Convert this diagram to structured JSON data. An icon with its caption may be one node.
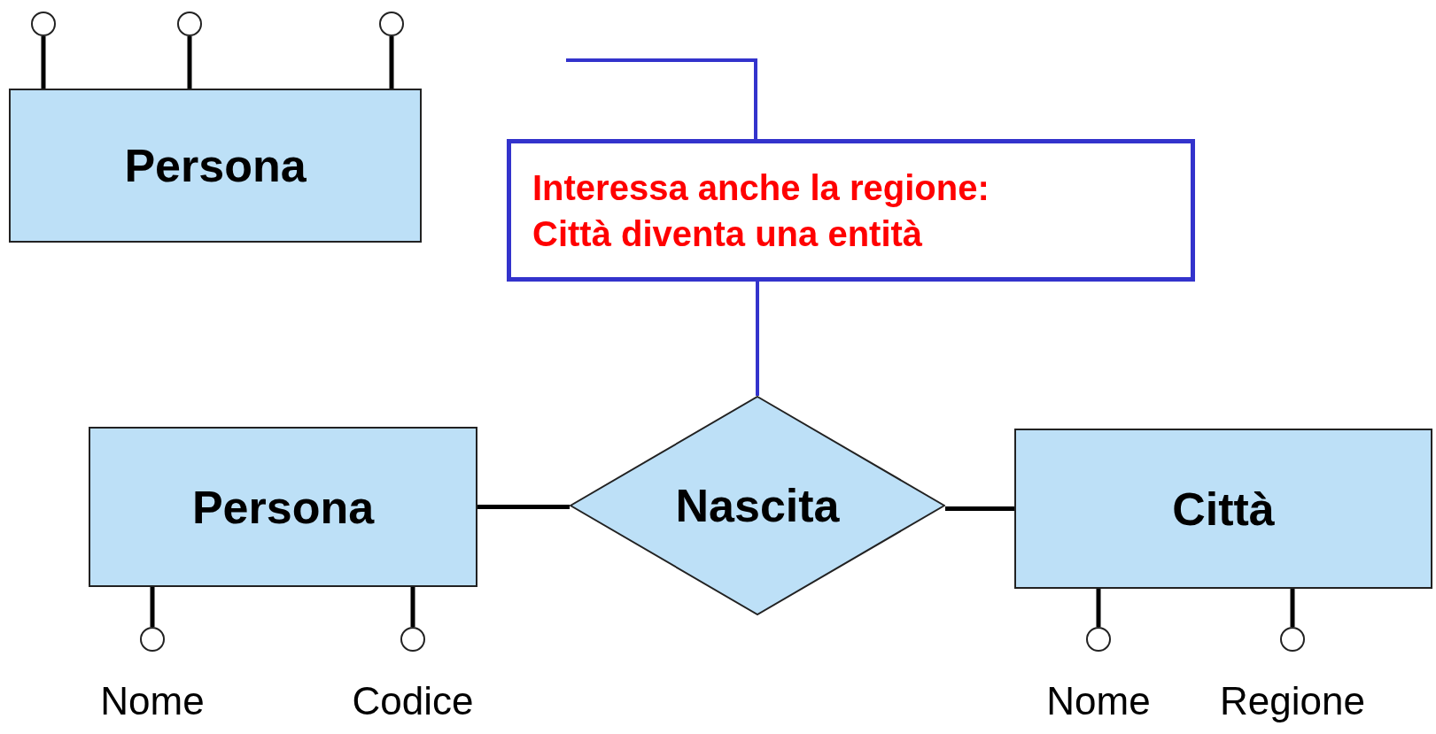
{
  "diagram": {
    "nodes": [
      {
        "text": [
          "Persona"
        ]
      },
      {
        "text": [],
        "shape": "circle"
      },
      {
        "text": [],
        "shape": "circle"
      },
      {
        "text": [],
        "shape": "circle"
      },
      {
        "text": [
          "Interessa anche la regione: Città diventa una entità"
        ]
      },
      {
        "text": [
          "Persona"
        ]
      },
      {
        "text": [
          "Nascita"
        ]
      },
      {
        "text": [
          "Città"
        ]
      },
      {
        "text": [
          "Nome"
        ]
      },
      {
        "text": [
          "Codice"
        ]
      },
      {
        "text": [
          "Nome"
        ]
      },
      {
        "text": [
          "Regione"
        ]
      }
    ],
    "edges": [
      {
        "from": 0,
        "to": 1,
        "arrow": "none"
      },
      {
        "from": 0,
        "to": 2,
        "arrow": "none"
      },
      {
        "from": 0,
        "to": 3,
        "arrow": "none"
      },
      {
        "from": null,
        "to": 4,
        "arrow": "none",
        "color": "#3333cc"
      },
      {
        "from": 4,
        "to": 6,
        "arrow": "none",
        "color": "#3333cc"
      },
      {
        "from": 5,
        "to": 6,
        "arrow": "none"
      },
      {
        "from": 6,
        "to": 7,
        "arrow": "none"
      },
      {
        "from": 5,
        "to": 8,
        "arrow": "none"
      },
      {
        "from": 5,
        "to": 9,
        "arrow": "none"
      },
      {
        "from": 7,
        "to": 10,
        "arrow": "none"
      },
      {
        "from": 7,
        "to": 11,
        "arrow": "none"
      }
    ]
  }
}
